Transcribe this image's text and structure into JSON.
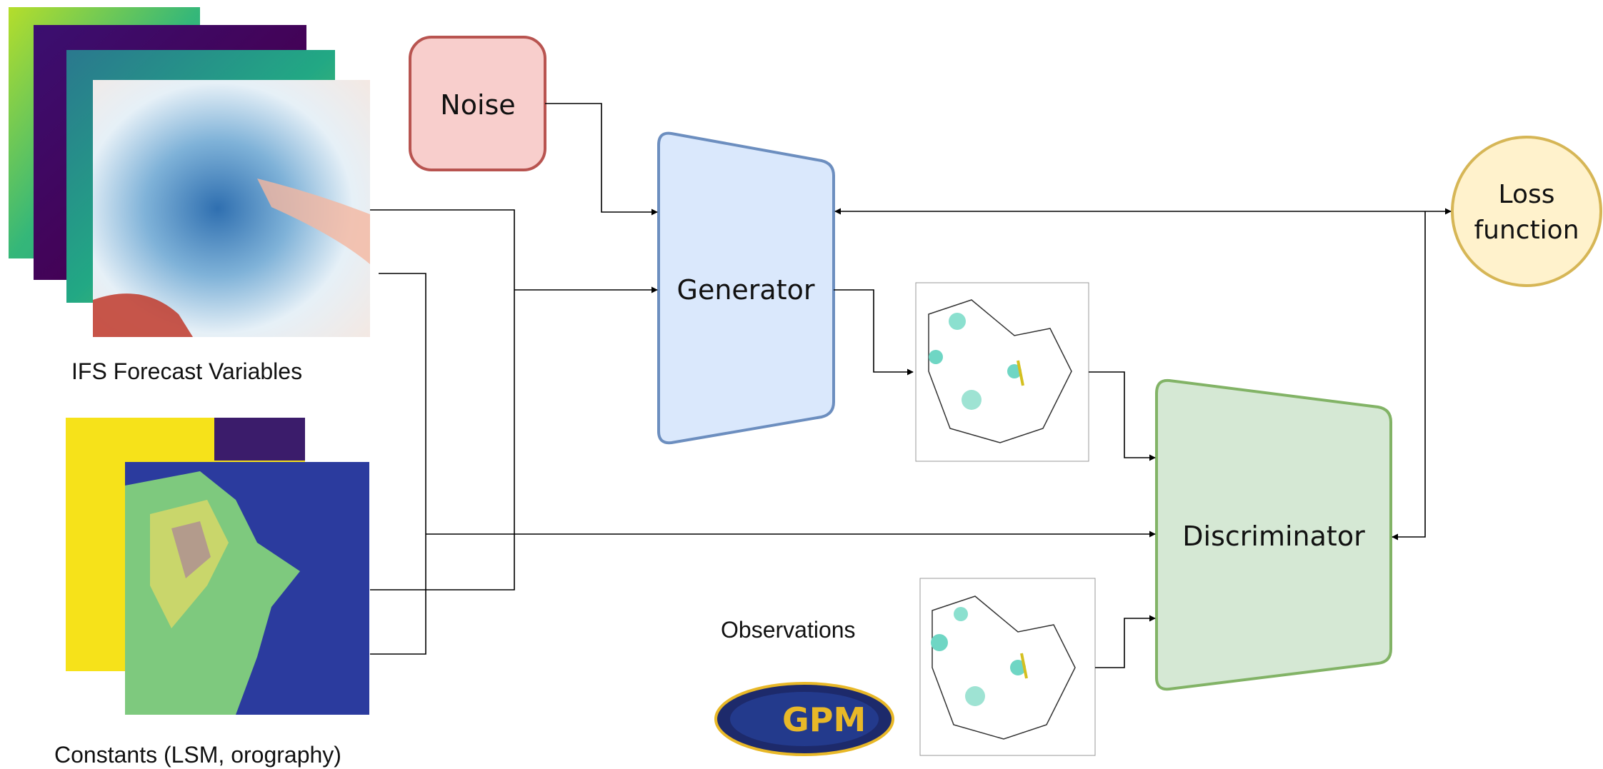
{
  "nodes": {
    "noise": "Noise",
    "generator": "Generator",
    "discriminator": "Discriminator",
    "loss_line1": "Loss",
    "loss_line2": "function"
  },
  "labels": {
    "ifs": "IFS Forecast Variables",
    "constants": "Constants (LSM, orography)",
    "observations": "Observations"
  },
  "logo": {
    "text": "GPM"
  },
  "colors": {
    "noise_fill": "#f8cecc",
    "noise_stroke": "#b85450",
    "generator_fill": "#dae8fc",
    "generator_stroke": "#6c8ebf",
    "discriminator_fill": "#d5e8d4",
    "discriminator_stroke": "#82b366",
    "loss_fill": "#fff2cc",
    "loss_stroke": "#d6b656"
  }
}
